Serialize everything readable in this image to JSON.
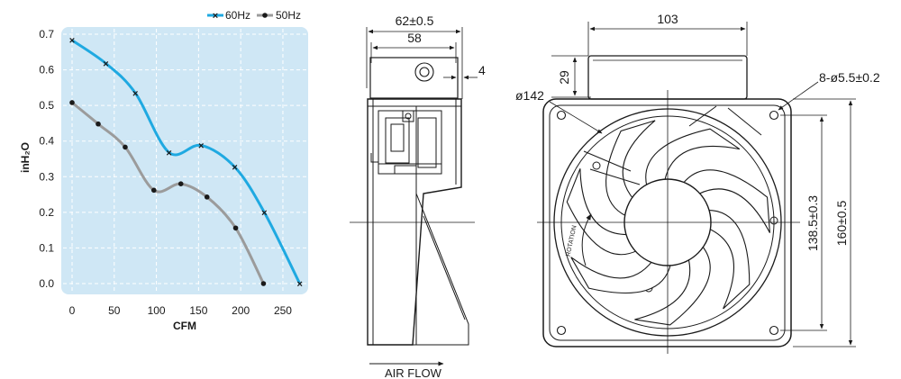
{
  "chart_data": {
    "type": "line",
    "title": "",
    "xlabel": "CFM",
    "ylabel": "inH₂O",
    "xlim": [
      0,
      275
    ],
    "ylim": [
      0,
      0.7
    ],
    "x_ticks": [
      "0",
      "50",
      "100",
      "150",
      "200",
      "250"
    ],
    "y_ticks": [
      "0.0",
      "0.1",
      "0.2",
      "0.3",
      "0.4",
      "0.5",
      "0.6",
      "0.7"
    ],
    "grid": true,
    "legend_position": "top-right",
    "series": [
      {
        "name": "60Hz",
        "color": "#1fa9e1",
        "marker": "x",
        "x": [
          0,
          40,
          75,
          115,
          153,
          193,
          228,
          270
        ],
        "y": [
          0.683,
          0.618,
          0.535,
          0.368,
          0.388,
          0.327,
          0.2,
          0.0
        ]
      },
      {
        "name": "50Hz",
        "color": "#9b9b9b",
        "marker": "dot",
        "x": [
          0,
          31,
          63,
          97,
          129,
          160,
          194,
          227
        ],
        "y": [
          0.508,
          0.448,
          0.383,
          0.262,
          0.28,
          0.243,
          0.156,
          0.0
        ]
      }
    ],
    "background": "#cfe7f5"
  },
  "side_view": {
    "dim_depth": "62±0.5",
    "dim_body": "58",
    "dim_offset": "4",
    "airflow_label": "AIR FLOW"
  },
  "front_view": {
    "dim_box_width": "103",
    "dim_box_height": "29",
    "dim_diameter": "ø142",
    "dim_holes": "8-ø5.5±0.2",
    "dim_hole_pitch": "138.5±0.3",
    "dim_frame": "160±0.5",
    "rotation_label": "ROTATION"
  }
}
